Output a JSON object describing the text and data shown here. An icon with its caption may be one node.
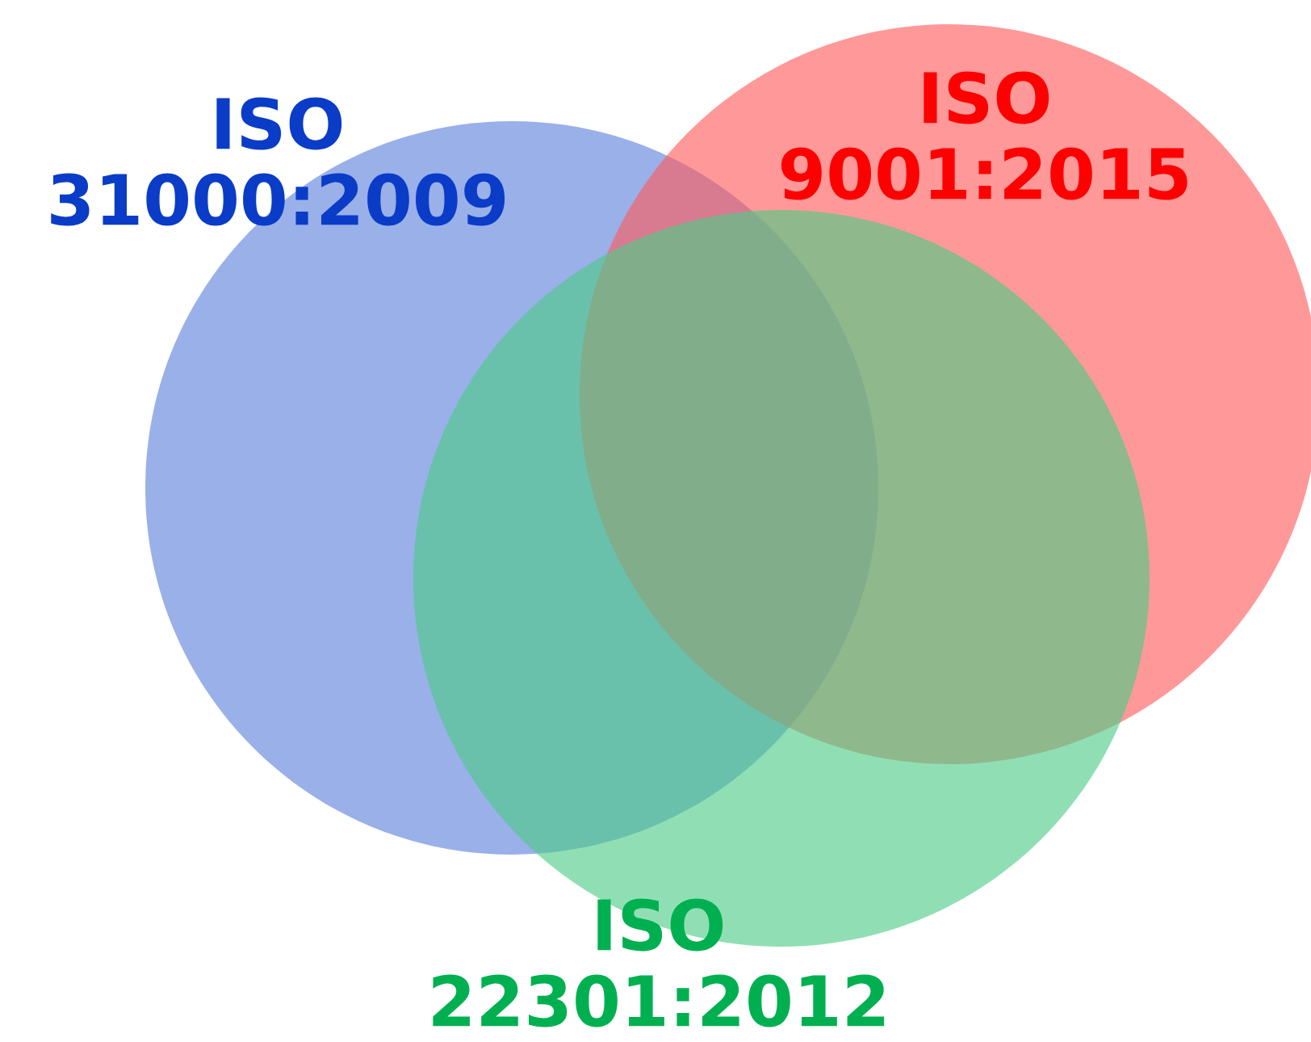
{
  "diagram": {
    "nodes": [
      {
        "text": [
          "ISO 31000:2009"
        ]
      },
      {
        "text": [
          "ISO 9001:2015"
        ]
      },
      {
        "text": [
          "ISO 22301:2012"
        ]
      }
    ]
  }
}
